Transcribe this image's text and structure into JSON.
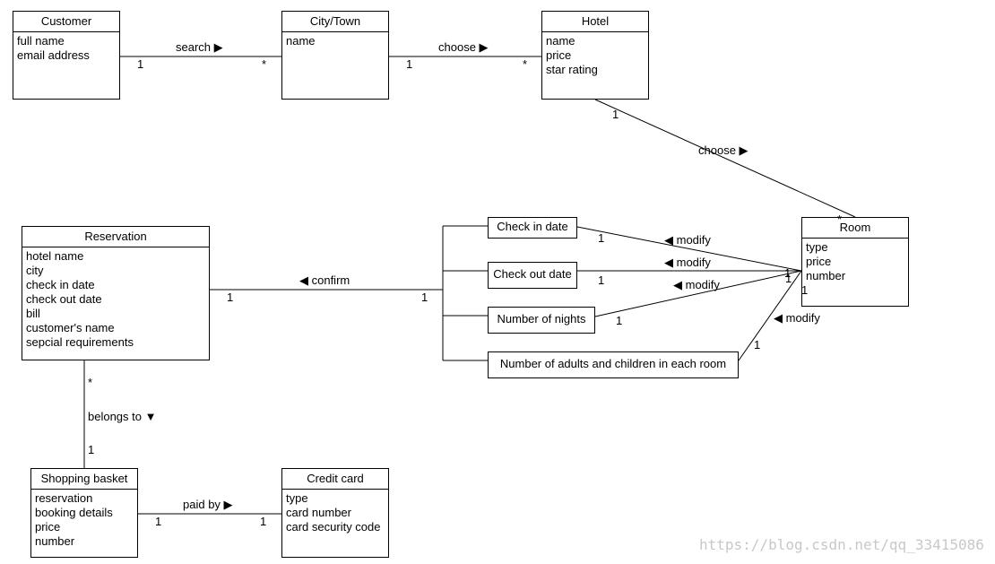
{
  "classes": {
    "customer": {
      "title": "Customer",
      "attrs": [
        "full name",
        "email address"
      ]
    },
    "city": {
      "title": "City/Town",
      "attrs": [
        "name"
      ]
    },
    "hotel": {
      "title": "Hotel",
      "attrs": [
        "name",
        "price",
        "star rating"
      ]
    },
    "room": {
      "title": "Room",
      "attrs": [
        "type",
        "price",
        "number"
      ]
    },
    "reservation": {
      "title": "Reservation",
      "attrs": [
        "hotel name",
        "city",
        "check in date",
        "check out date",
        "bill",
        "customer's name",
        "sepcial requirements"
      ]
    },
    "basket": {
      "title": "Shopping basket",
      "attrs": [
        "reservation",
        "booking details",
        "price",
        "number"
      ]
    },
    "card": {
      "title": "Credit card",
      "attrs": [
        "type",
        "card number",
        "card security code"
      ]
    }
  },
  "components": {
    "checkin": "Check in date",
    "checkout": "Check out date",
    "nights": "Number of nights",
    "adults": "Number of adults and children in each room"
  },
  "associations": {
    "search": "search ▶",
    "choose_city_hotel": "choose ▶",
    "choose_hotel_room": "choose ▶",
    "confirm": "◀ confirm",
    "modify1": "◀ modify",
    "modify2": "◀ modify",
    "modify3": "◀ modify",
    "modify4": "◀ modify",
    "belongs": "belongs to ▼",
    "paid": "paid by ▶"
  },
  "multiplicities": {
    "one": "1",
    "many": "*"
  },
  "watermark": "https://blog.csdn.net/qq_33415086"
}
